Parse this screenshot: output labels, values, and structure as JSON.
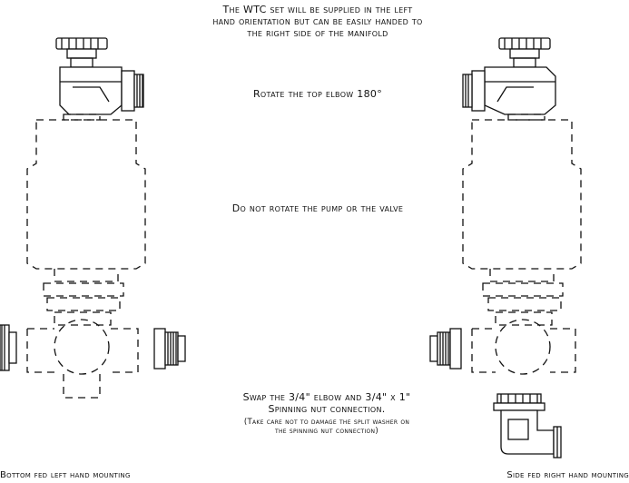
{
  "notes": {
    "orientation": [
      "The WTC set will be supplied in the left",
      "hand orientation but can be easily handed to",
      "the right side of the manifold"
    ],
    "rotate_elbow": "Rotate the top elbow 180°",
    "do_not_rotate": "Do not rotate the pump or the valve",
    "swap": [
      "Swap the 3/4\" elbow and 3/4\" x 1\"",
      "Spinning nut connection."
    ],
    "care": [
      "(Take care not to damage the split washer on",
      "the spinning nut connection)"
    ]
  },
  "captions": {
    "left": "Bottom fed left hand mounting",
    "right": "Side fed right hand mounting"
  }
}
